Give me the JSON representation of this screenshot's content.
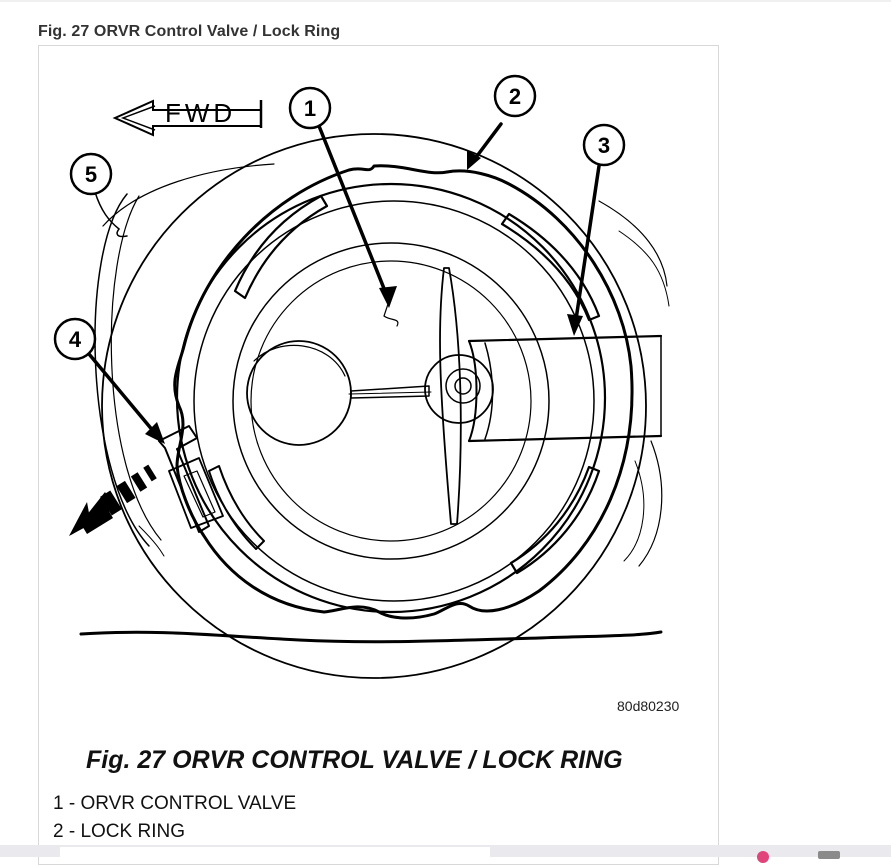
{
  "figure": {
    "heading": "Fig. 27 ORVR Control Valve / Lock Ring",
    "caption": "Fig. 27 ORVR CONTROL VALVE / LOCK RING",
    "image_id": "80d80230",
    "fwd_label": "FWD",
    "callouts": [
      "1",
      "2",
      "3",
      "4",
      "5"
    ],
    "legend": [
      "1 - ORVR CONTROL VALVE",
      "2 - LOCK RING"
    ]
  }
}
